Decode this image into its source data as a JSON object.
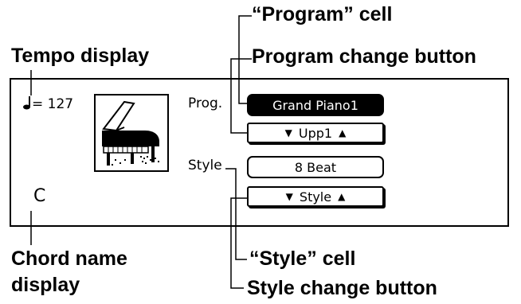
{
  "callouts": {
    "tempo_display": "Tempo display",
    "program_cell": "“Program” cell",
    "program_change_button": "Program change button",
    "style_cell": "“Style” cell",
    "style_change_button": "Style change button",
    "chord_name_display_line1": "Chord name",
    "chord_name_display_line2": "display"
  },
  "screen": {
    "tempo_prefix": "= 127",
    "chord": "C",
    "prog_label": "Prog.",
    "program_name": "Grand Piano1",
    "program_button_label": "Upp1",
    "style_label": "Style",
    "style_name": "8 Beat",
    "style_button_label": "Style"
  },
  "icons": {
    "quarter_note": "quarter-note-icon",
    "grand_piano": "grand-piano-icon",
    "arrow_down": "triangle-down-icon",
    "arrow_up": "triangle-up-icon"
  }
}
